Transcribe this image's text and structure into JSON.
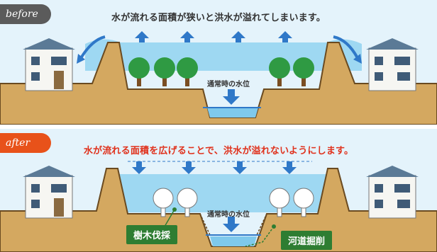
{
  "colors": {
    "before_badge": "#5b5b5b",
    "after_badge": "#e8521a",
    "before_headline": "#333333",
    "after_headline": "#e0311c",
    "arrow": "#2f78c8",
    "water": "#8fd4f0",
    "sky": "#e4f3fb",
    "earth": "#d4a860",
    "tree_green": "#2f9a43",
    "callout": "#2e7d32"
  },
  "before": {
    "badge": "before",
    "headline": "水が流れる面積が狭いと洪水が溢れてしまいます。",
    "water_level_label": "通常時の水位"
  },
  "after": {
    "badge": "after",
    "headline": "水が流れる面積を広げることで、洪水が溢れないようにします。",
    "water_level_label": "通常時の水位",
    "callout_trees": "樹木伐採",
    "callout_channel": "河道掘削"
  }
}
